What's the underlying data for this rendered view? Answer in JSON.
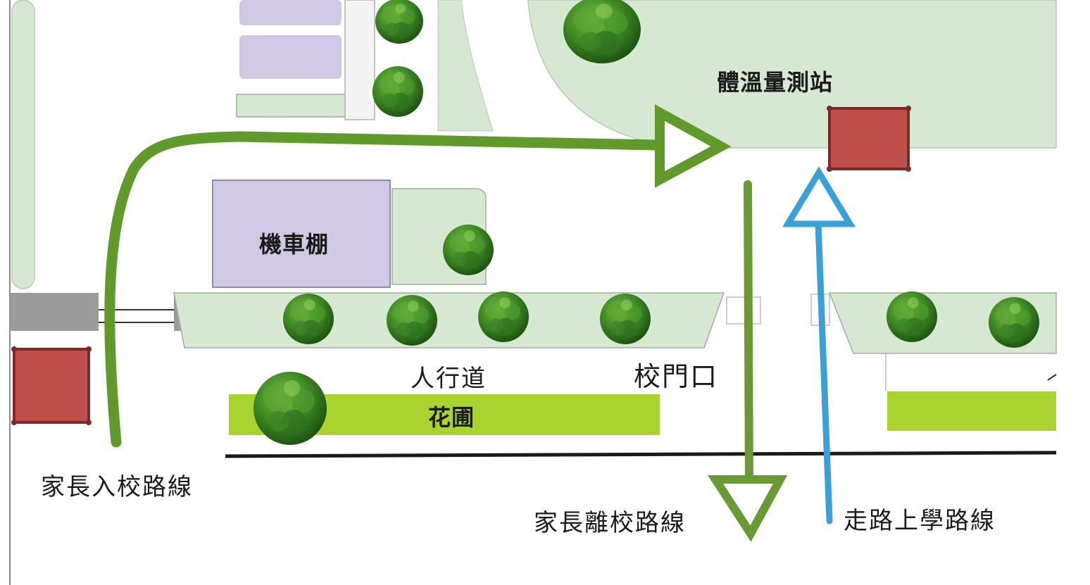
{
  "labels": {
    "temperature_station": "體溫量測站",
    "scooter_shed": "機車棚",
    "sidewalk": "人行道",
    "school_gate": "校門口",
    "flower_bed": "花圃",
    "parent_entry_route": "家長入校路線",
    "parent_exit_route": "家長離校路線",
    "walk_to_school_route": "走路上學路線"
  },
  "colors": {
    "lawn": "#d6e7d2",
    "shed": "#cfc9e6",
    "flower_bed": "#a9d42f",
    "station": "#c1504d",
    "entry_route": "#5f9a2b",
    "exit_route": "#6a9a35",
    "walk_route": "#3aa0d8",
    "road": "#9b9b9b"
  },
  "icons": {
    "tree": "tree-icon",
    "station": "station-booth-icon"
  }
}
